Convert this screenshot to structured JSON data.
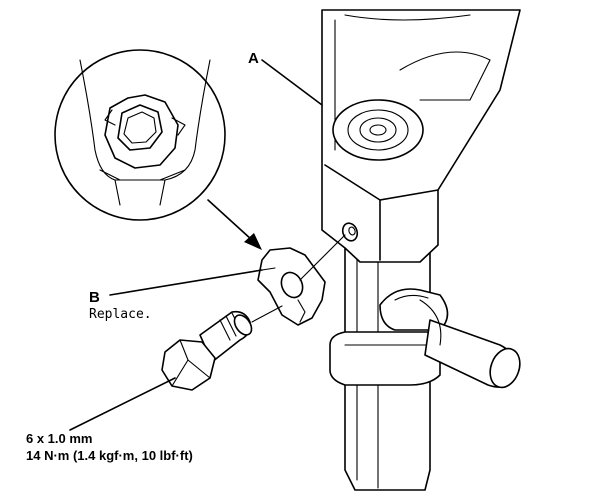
{
  "labels": {
    "part_a": "A",
    "part_b": "B",
    "part_b_note": "Replace.",
    "bolt_size": "6 x 1.0 mm",
    "bolt_torque": "14 N·m (1.4 kgf·m, 10 lbf·ft)"
  }
}
